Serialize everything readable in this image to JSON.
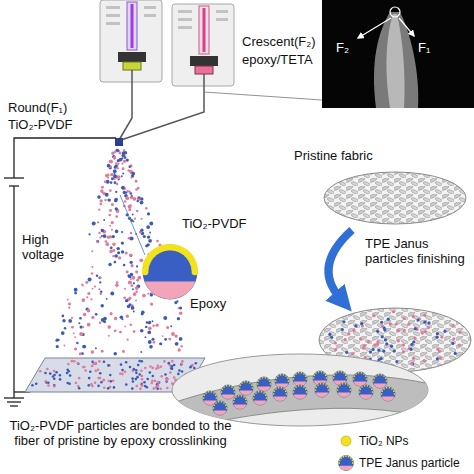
{
  "diagram": {
    "nodes": [
      {
        "text": [
          "TiO₂-PVDF",
          "Epoxy"
        ]
      },
      {
        "text": [
          "Pristine fabric"
        ]
      },
      {
        "text": [
          "TiO₂-PVDF particles are bonded to the fiber of pristine by epoxy crosslinking"
        ]
      }
    ],
    "labels": [
      "Crescent(F₂)",
      "epoxy/TETA",
      "Round(F₁)",
      "TiO₂-PVDF",
      "F₂",
      "F₁",
      "High voltage",
      "TPE Janus particles finishing"
    ],
    "legend": [
      {
        "text": "TiO₂ NPs",
        "color": "#f2e21c"
      },
      {
        "text": "TPE Janus particle"
      }
    ]
  }
}
